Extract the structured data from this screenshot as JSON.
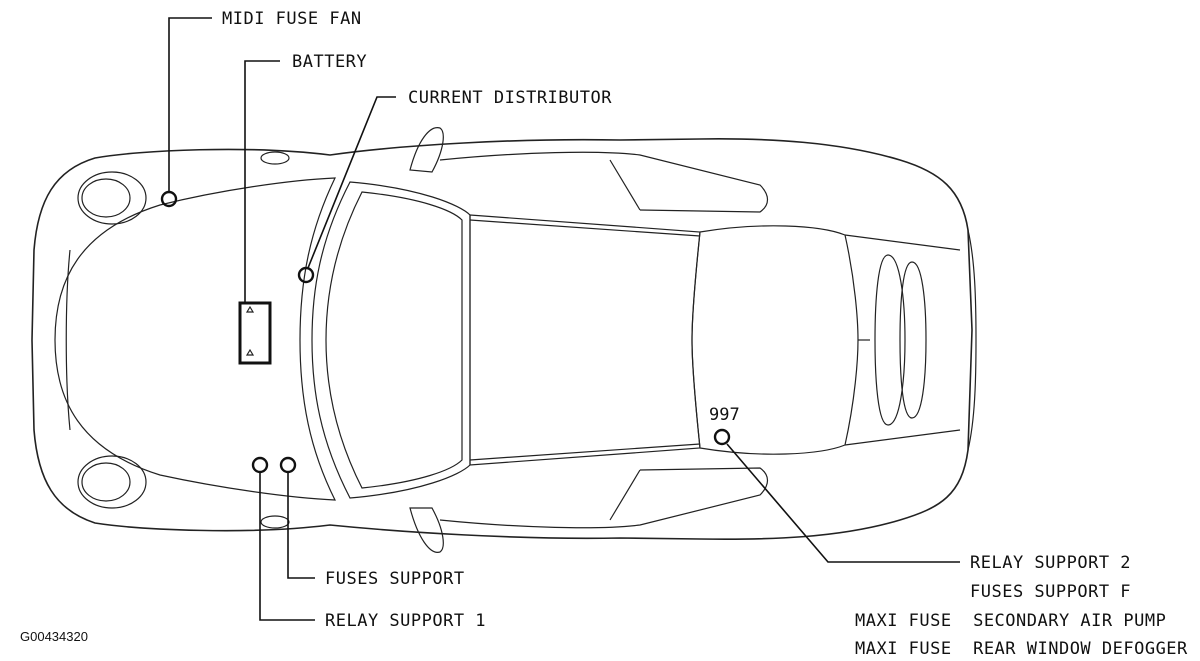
{
  "labels": {
    "midi_fuse_fan": "MIDI FUSE FAN",
    "battery": "BATTERY",
    "current_distributor": "CURRENT DISTRIBUTOR",
    "fuses_support": "FUSES SUPPORT",
    "relay_support_1": "RELAY SUPPORT 1",
    "model": "997",
    "relay_support_2": "RELAY SUPPORT 2",
    "fuses_support_f": "FUSES SUPPORT F",
    "maxi_fuse_secondary_air_pump": "MAXI FUSE  SECONDARY AIR PUMP",
    "maxi_fuse_rear_window_defogger": "MAXI FUSE  REAR WINDOW DEFOGGER"
  },
  "figure_id": "G00434320"
}
